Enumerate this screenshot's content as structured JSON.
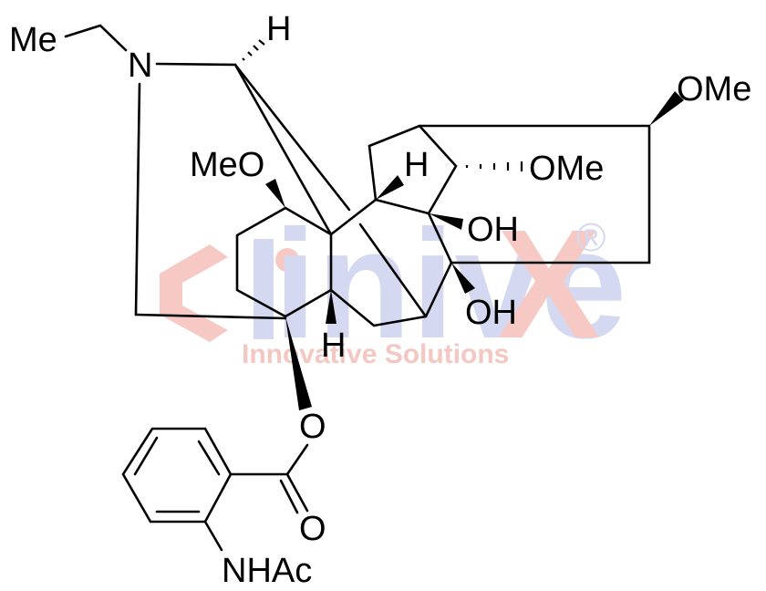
{
  "diagram": {
    "type": "chemical-structure",
    "compound_class": "diterpenoid alkaloid (aconitine-type) with N-acetylanthranoyl ester",
    "labels": {
      "me_ethyl": "Me",
      "nitrogen": "N",
      "h_top": "H",
      "meo_left": "MeO",
      "h_mid": "H",
      "ome_mid": "OMe",
      "ome_right": "OMe",
      "oh_upper": "OH",
      "oh_lower": "OH",
      "h_lower": "H",
      "ester_o": "O",
      "carbonyl_o": "O",
      "nhac": "NHAc"
    }
  },
  "watermark": {
    "brand_prefix": "Cl",
    "brand_middle": "inive",
    "brand_suffix": "X",
    "registered": "®",
    "tagline": "Innovative Solutions",
    "colors": {
      "red": "#f6c9c4",
      "blue": "#d4d8f0",
      "tagline": "#f3c7c2"
    }
  }
}
